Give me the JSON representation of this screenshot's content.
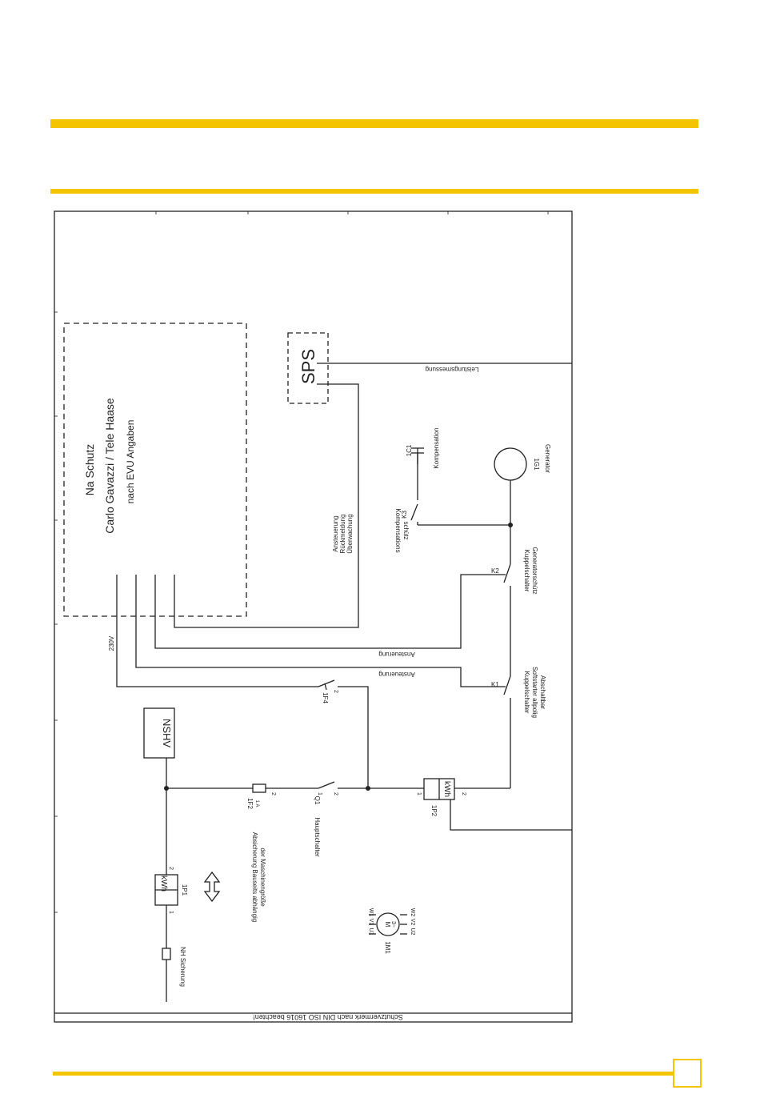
{
  "colors": {
    "accent": "#f5c400",
    "line": "#222222"
  },
  "page_number": "",
  "labels": {
    "na_schutz": "Na Schutz",
    "na_schutz_vendor": "Carlo Gavazzi / Tele Haase",
    "na_schutz_note": "nach EVU Angaben",
    "sps": "SPS",
    "leistungsmessung": "Leistungsmessung",
    "kompensation_cap": "1C1",
    "kompensation": "Kompensation",
    "generator_id": "1G1",
    "generator": "Generator",
    "k3": "K3",
    "kompensationsschuetz_1": "Kompensations",
    "kompensationsschuetz_2": "schütz",
    "sps_signal_1": "Ansteuerung",
    "sps_signal_2": "Rückmeldung",
    "sps_signal_3": "Überwachung",
    "k2": "K2",
    "kuppelschalter_gen_1": "Kuppelschalter",
    "kuppelschalter_gen_2": "Generatorschütz",
    "ansteuerung_1": "Ansteuerung",
    "ansteuerung_2": "Ansteuerung",
    "v230": "230V",
    "k1": "K1",
    "kuppelschalter_soft_1": "Kuppelschalter",
    "kuppelschalter_soft_2": "Softstarter allpolig",
    "kuppelschalter_soft_3": "Abschaltbar",
    "f4": "1F4",
    "nshv": "NSHV",
    "f2": "1F2",
    "f2_rating": "1 A",
    "q1": "Q1",
    "kwh": "kWh",
    "p2": "1P2",
    "hauptschalter": "Hauptschalter",
    "absicherung_1": "Absicherung Bauseits abhängig",
    "absicherung_2": "der Maschinengröße",
    "p1": "1P1",
    "nh_sicherung": "NH Sicherung",
    "motor_id": "1M1",
    "motor_symbol": "M",
    "motor_phase": "3~",
    "u1": "U1",
    "v1": "V1",
    "w1": "W1",
    "u2": "U2",
    "v2": "V2",
    "w2": "W2",
    "pin1": "1",
    "pin2": "2",
    "schutzvermerk": "Schutzvermerk nach DIN ISO 16016 beachten!"
  }
}
